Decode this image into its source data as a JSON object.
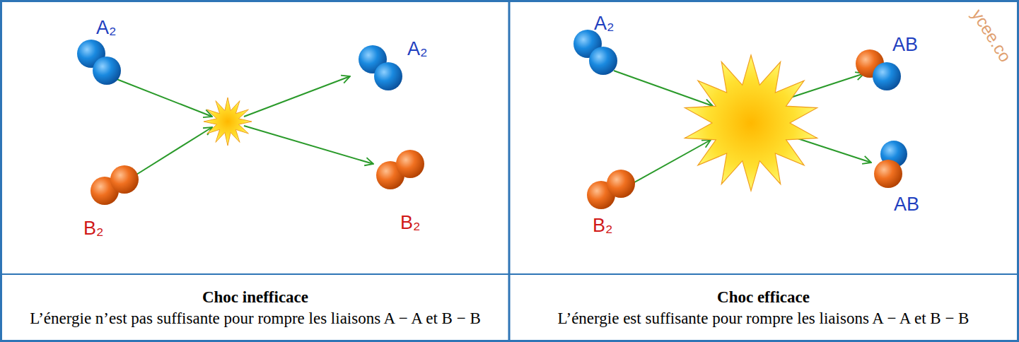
{
  "diagram": {
    "nodes": [
      {
        "text": [
          "Choc inefficace",
          "L’énergie n’est pas suffisante pour rompre les liaisons A − A et B − B"
        ]
      },
      {
        "text": [
          "Choc efficace",
          "L’énergie est suffisante pour rompre les liaisons A − A et B − B"
        ]
      }
    ],
    "labels": [
      "A₂",
      "B₂",
      "A₂",
      "B₂",
      "A₂",
      "B₂",
      "AB",
      "AB",
      "ycee.co"
    ]
  }
}
